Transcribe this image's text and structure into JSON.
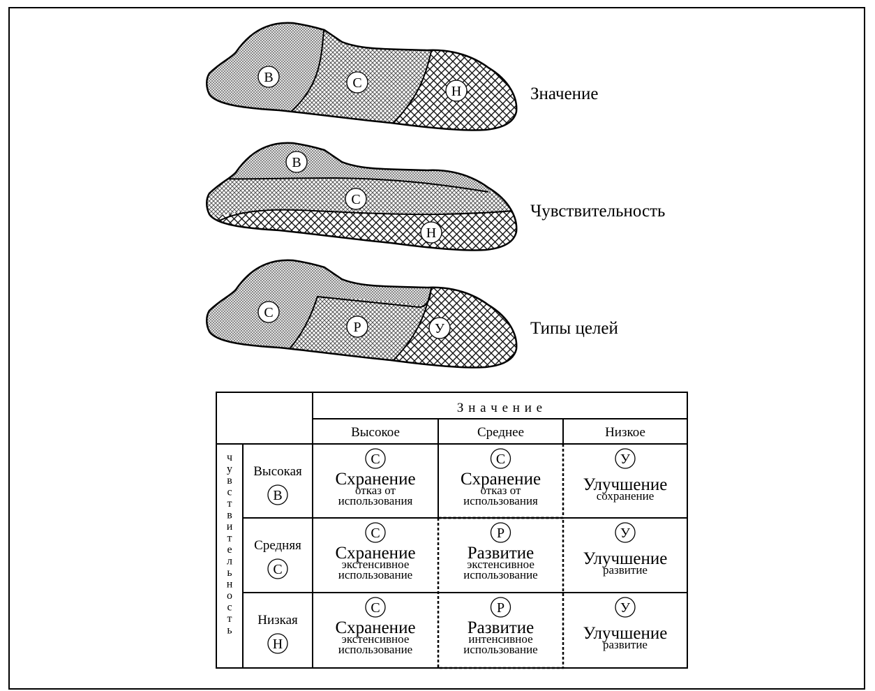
{
  "maps": [
    {
      "caption": "Значение",
      "zones": [
        "В",
        "С",
        "Н"
      ]
    },
    {
      "caption": "Чувствительность",
      "zones": [
        "В",
        "С",
        "Н"
      ]
    },
    {
      "caption": "Типы целей",
      "zones": [
        "С",
        "Р",
        "У"
      ]
    }
  ],
  "table": {
    "header_main": "З н а ч е н и е",
    "columns": [
      "Высокое",
      "Среднее",
      "Низкое"
    ],
    "row_axis_title": "Чувствительность",
    "rows": [
      {
        "label": "Высокая",
        "code": "В",
        "cells": [
          {
            "code": "С",
            "title": "Схранение",
            "l1": "отказ от",
            "l2": "использования"
          },
          {
            "code": "С",
            "title": "Схранение",
            "l1": "отказ от",
            "l2": "использования"
          },
          {
            "code": "У",
            "title": "Улучшение",
            "l1": "сохранение",
            "l2": ""
          }
        ]
      },
      {
        "label": "Средняя",
        "code": "С",
        "cells": [
          {
            "code": "С",
            "title": "Схранение",
            "l1": "экстенсивное",
            "l2": "использование"
          },
          {
            "code": "Р",
            "title": "Развитие",
            "l1": "экстенсивное",
            "l2": "использование"
          },
          {
            "code": "У",
            "title": "Улучшение",
            "l1": "развитие",
            "l2": ""
          }
        ]
      },
      {
        "label": "Низкая",
        "code": "Н",
        "cells": [
          {
            "code": "С",
            "title": "Схранение",
            "l1": "экстенсивное",
            "l2": "использование"
          },
          {
            "code": "Р",
            "title": "Развитие",
            "l1": "интенсивное",
            "l2": "использование"
          },
          {
            "code": "У",
            "title": "Улучшение",
            "l1": "развитие",
            "l2": ""
          }
        ]
      }
    ]
  }
}
